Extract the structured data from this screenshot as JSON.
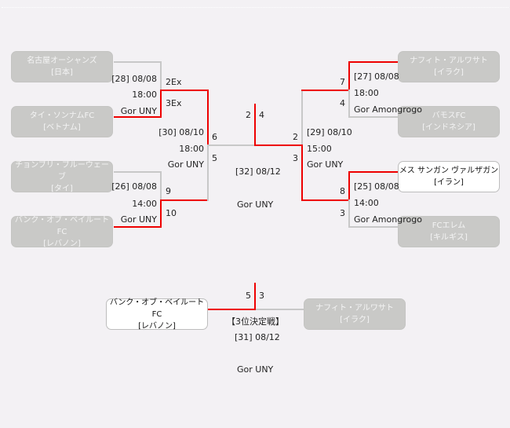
{
  "teams": {
    "nagoya": {
      "name": "名古屋オーシャンズ",
      "country": "[日本]",
      "result": "lost"
    },
    "thai_sonnam": {
      "name": "タイ・ソンナムFC",
      "country": "[ベトナム]",
      "result": "lost"
    },
    "chonburi": {
      "name": "チョンブリ・ブルーウェーブ",
      "country": "[タイ]",
      "result": "lost"
    },
    "bank_of_beirut": {
      "name": "バンク・オブ・ベイルートFC",
      "country": "[レバノン]",
      "result": "lost"
    },
    "naft_al_wasat": {
      "name": "ナフィト・アルワサト",
      "country": "[イラク]",
      "result": "lost"
    },
    "vamos": {
      "name": "バモスFC",
      "country": "[インドネシア]",
      "result": "lost"
    },
    "mes_sungun": {
      "name": "メス サンガン ヴァルザガン",
      "country": "[イラン]",
      "result": "won"
    },
    "fc_elem": {
      "name": "FCエレム",
      "country": "[キルギス]",
      "result": "lost"
    },
    "third_bank_of_beirut": {
      "name": "バンク・オブ・ベイルートFC",
      "country": "[レバノン]",
      "result": "won"
    },
    "third_naft_al_wasat": {
      "name": "ナフィト・アルワサト",
      "country": "[イラク]",
      "result": "lost"
    }
  },
  "matches": {
    "m28": {
      "label": "[28] 08/08",
      "time": "18:00",
      "venue": "Gor UNY",
      "score_top": "2Ex",
      "score_bottom": "3Ex"
    },
    "m26": {
      "label": "[26] 08/08",
      "time": "14:00",
      "venue": "Gor UNY",
      "score_top": "9",
      "score_bottom": "10"
    },
    "m30": {
      "label": "[30] 08/10",
      "time": "18:00",
      "venue": "Gor UNY",
      "score_top": "6",
      "score_bottom": "5"
    },
    "m27": {
      "label": "[27] 08/08",
      "time": "18:00",
      "venue": "Gor Amongrogo",
      "score_top": "7",
      "score_bottom": "4"
    },
    "m25": {
      "label": "[25] 08/08",
      "time": "14:00",
      "venue": "Gor Amongrogo",
      "score_top": "8",
      "score_bottom": "3"
    },
    "m29": {
      "label": "[29] 08/10",
      "time": "15:00",
      "venue": "Gor UNY",
      "score_top": "2",
      "score_bottom": "3"
    },
    "m32": {
      "label": "[32] 08/12",
      "venue": "Gor UNY",
      "score_left": "2",
      "score_right": "4"
    },
    "m31": {
      "title": "【3位決定戦】",
      "label": "[31] 08/12",
      "venue": "Gor UNY",
      "score_left": "5",
      "score_right": "3"
    }
  },
  "colors": {
    "winner_line": "#ee0000",
    "loser_line": "#c8c8c8",
    "background": "#f3f1f4"
  }
}
